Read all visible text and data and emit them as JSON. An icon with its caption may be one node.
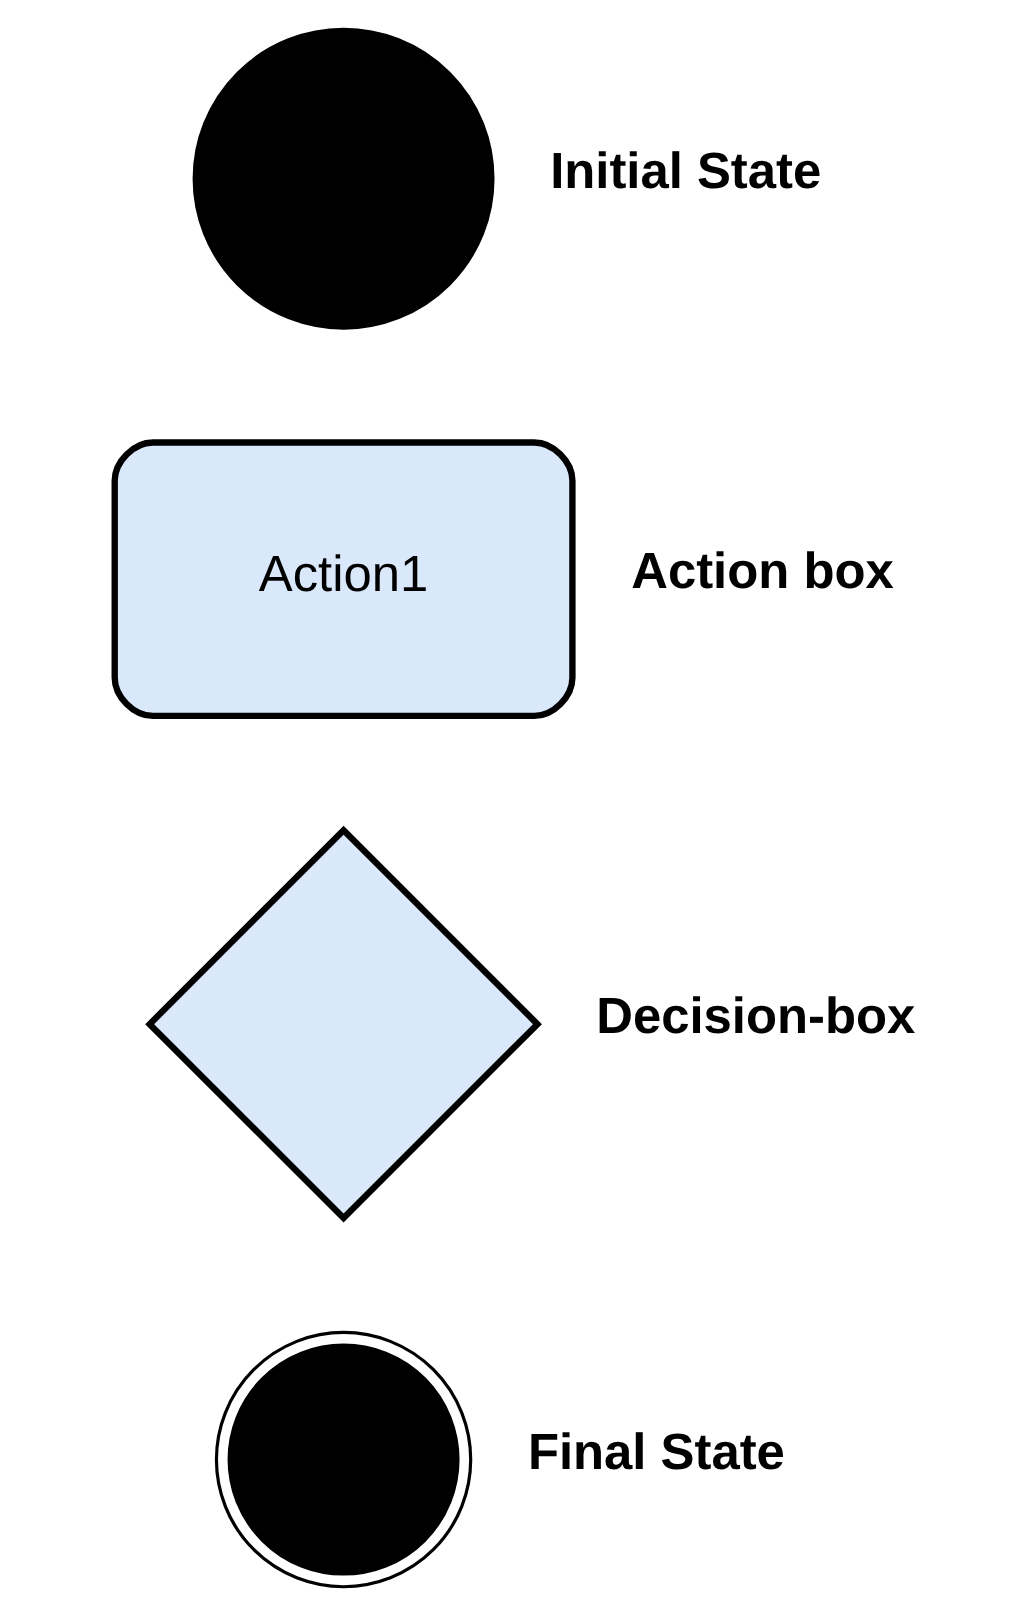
{
  "diagram": {
    "nodes": [
      {
        "text": [],
        "shape": "circle",
        "beside": [
          "Initial State"
        ]
      },
      {
        "text": [
          "Action1"
        ],
        "beside": [
          "Action box"
        ]
      },
      {
        "text": [],
        "shape": "diamond",
        "beside": [
          "Decision-box"
        ]
      },
      {
        "text": [],
        "shape": "circle",
        "beside": [
          "Final State"
        ]
      }
    ],
    "edges": []
  }
}
